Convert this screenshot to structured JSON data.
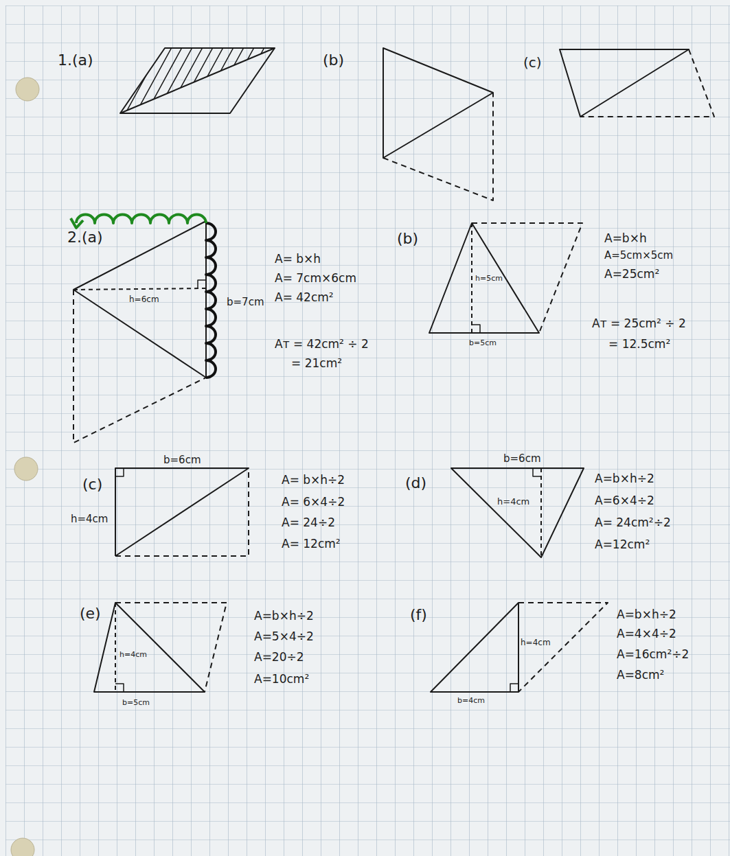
{
  "diagram": {
    "labels": [
      "1.(a)",
      "(b)",
      "(c)",
      "2.(a)",
      "h=6cm",
      "b=7cm",
      "A= b×h",
      "A= 7cm×6cm",
      "A= 42cm²",
      "Aᴛ = 42cm² ÷ 2",
      "= 21cm²",
      "(b)",
      "h=5cm",
      "b=5cm",
      "A=b×h",
      "A=5cm×5cm",
      "A=25cm²",
      "Aᴛ = 25cm² ÷ 2",
      "= 12.5cm²",
      "(c)",
      "b=6cm",
      "h=4cm",
      "A= b×h÷2",
      "A= 6×4÷2",
      "A= 24÷2",
      "A= 12cm²",
      "(d)",
      "b=6cm",
      "h=4cm",
      "A=b×h÷2",
      "A=6×4÷2",
      "A= 24cm²÷2",
      "A=12cm²",
      "(e)",
      "h=4cm",
      "b=5cm",
      "A=b×h÷2",
      "A=5×4÷2",
      "A=20÷2",
      "A=10cm²",
      "(f)",
      "h=4cm",
      "b=4cm",
      "A=b×h÷2",
      "A=4×4÷2",
      "A=16cm²÷2",
      "A=8cm²"
    ]
  }
}
